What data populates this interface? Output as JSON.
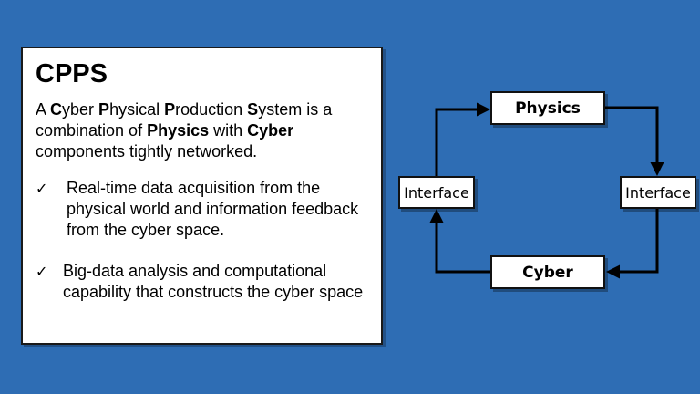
{
  "card": {
    "title": "CPPS",
    "intro": [
      {
        "t": "A ",
        "b": false
      },
      {
        "t": "C",
        "b": true
      },
      {
        "t": "yber ",
        "b": false
      },
      {
        "t": "P",
        "b": true
      },
      {
        "t": "hysical ",
        "b": false
      },
      {
        "t": "P",
        "b": true
      },
      {
        "t": "roduction ",
        "b": false
      },
      {
        "t": "S",
        "b": true
      },
      {
        "t": "ystem is a combination of ",
        "b": false
      },
      {
        "t": "Physics",
        "b": true
      },
      {
        "t": " with ",
        "b": false
      },
      {
        "t": "Cyber",
        "b": true
      },
      {
        "t": " components tightly networked.",
        "b": false
      }
    ],
    "bullets": [
      {
        "check": "✓",
        "text": "Real-time data acquisition from the physical world and information feedback from the cyber space."
      },
      {
        "check": "✓",
        "text": "Big-data analysis and computational capability that constructs the cyber space"
      }
    ]
  },
  "diagram": {
    "physics": "Physics",
    "cyber": "Cyber",
    "interface_left": "Interface",
    "interface_right": "Interface"
  }
}
